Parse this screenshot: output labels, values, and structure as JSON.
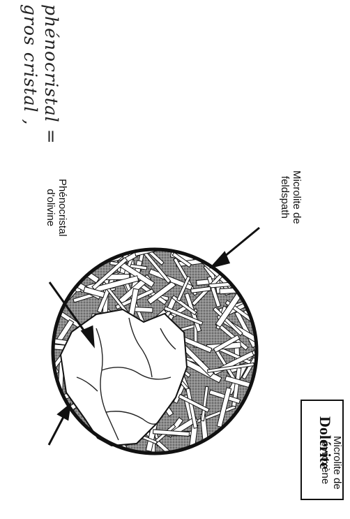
{
  "title": "Dolérite",
  "labels": {
    "feldspar": [
      "Microlite de",
      "feldspath"
    ],
    "olivine": [
      "Phénocristal",
      "d'olivine"
    ],
    "pyroxene": [
      "Microlite de",
      "pyroxène"
    ]
  },
  "handwritten_note": [
    "phénocristal =",
    "gros cristal ,"
  ],
  "colors": {
    "ink": "#111111",
    "paper": "#ffffff",
    "groundmass": "#9a9a9a"
  }
}
